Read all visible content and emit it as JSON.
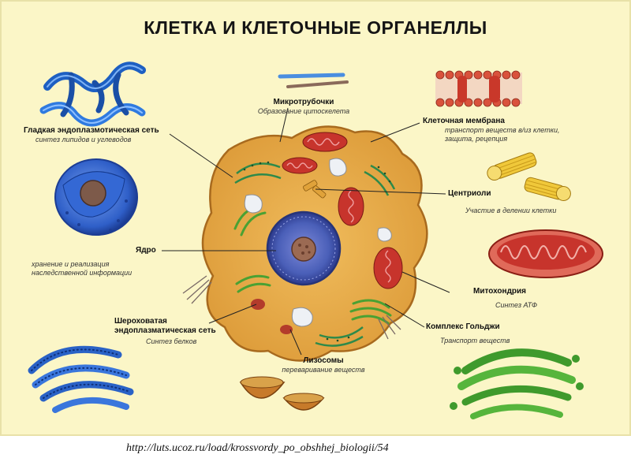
{
  "title": "КЛЕТКА И КЛЕТОЧНЫЕ ОРГАНЕЛЛЫ",
  "colors": {
    "poster_bg": "#fbf6c7",
    "cytoplasm": "#e7a94a",
    "nucleus": "#4a5fb8",
    "mitochondria": "#c7342c",
    "er": "#2f6fd0",
    "golgi": "#4aa133",
    "centriole": "#e7c23a"
  },
  "labels": [
    {
      "id": "microtubules",
      "name": "Микротрубочки",
      "desc": "Образование цитоскелета"
    },
    {
      "id": "cell_membrane",
      "name": "Клеточная мембрана",
      "desc": "транспорт веществ в/из клетки, защита, рецепция"
    },
    {
      "id": "smooth_er",
      "name": "Гладкая эндоплазмотическая сеть",
      "desc": "синтез липидов и углеводов"
    },
    {
      "id": "centrioles",
      "name": "Центриоли",
      "desc": "Участие в делении клетки"
    },
    {
      "id": "nucleus",
      "name": "Ядро",
      "desc": "хранение и реализация наследственной информации"
    },
    {
      "id": "mitochondria",
      "name": "Митохондрия",
      "desc": "Синтез АТФ"
    },
    {
      "id": "rough_er",
      "name": "Шероховатая эндоплазматическая сеть",
      "desc": "Синтез белков"
    },
    {
      "id": "golgi",
      "name": "Комплекс Гольджи",
      "desc": "Транспорт веществ"
    },
    {
      "id": "lysosomes",
      "name": "Лизосомы",
      "desc": "переваривание веществ"
    }
  ],
  "source_url": "http://luts.ucoz.ru/load/krossvordy_po_obshhej_biologii/54"
}
